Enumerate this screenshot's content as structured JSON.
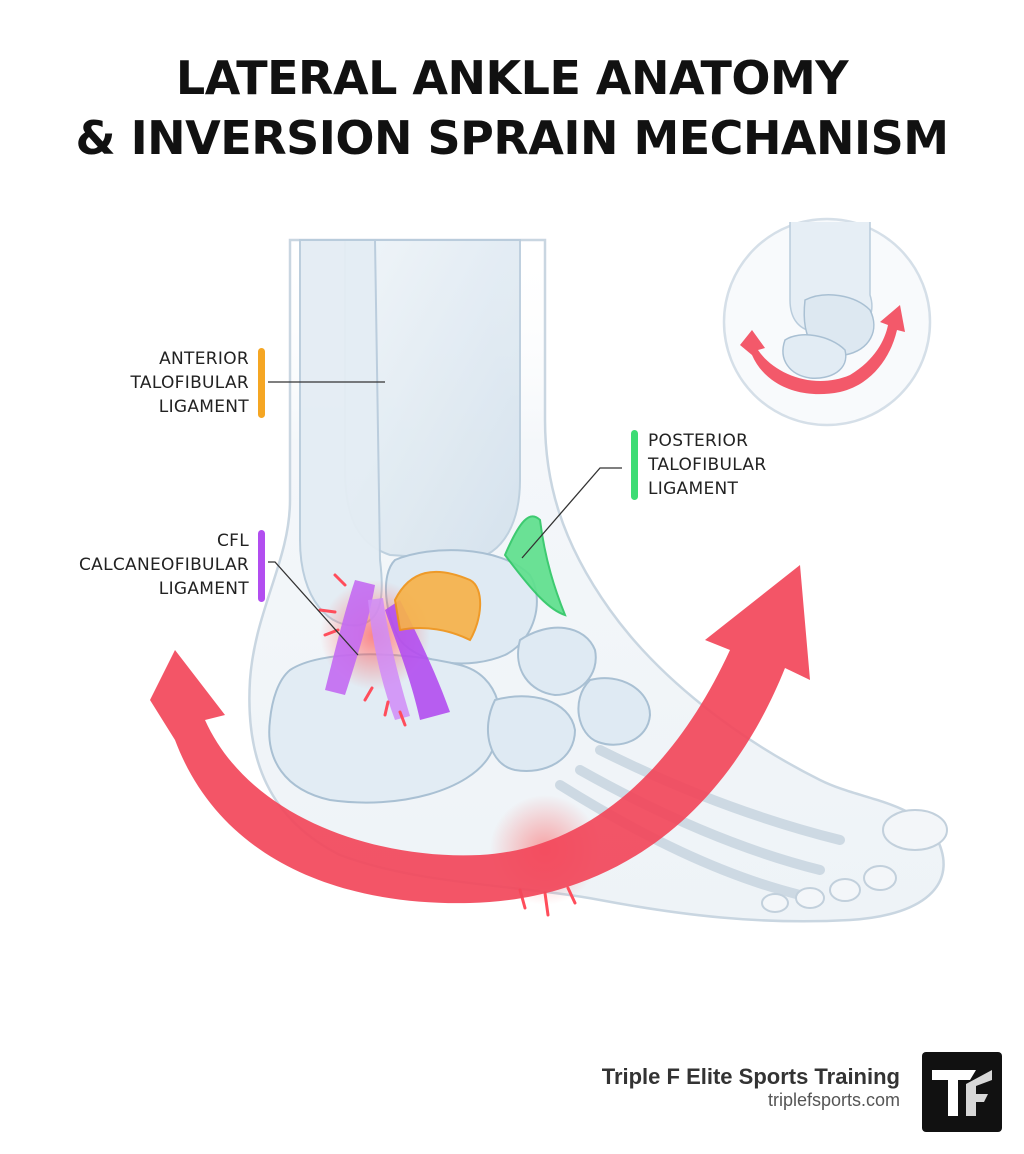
{
  "title": {
    "line1": "LATERAL ANKLE ANATOMY",
    "line2": "& INVERSION SPRAIN MECHANISM"
  },
  "labels": {
    "atfl": {
      "lines": [
        "ANTERIOR",
        "TALOFIBULAR",
        "LIGAMENT"
      ],
      "color": "#f5a623"
    },
    "ptfl": {
      "lines": [
        "POSTERIOR",
        "TALOFIBULAR",
        "LIGAMENT"
      ],
      "color": "#3ddc74"
    },
    "cfl": {
      "lines": [
        "CFL",
        "CALCANEOFIBULAR",
        "LIGAMENT"
      ],
      "color": "#b24ef0"
    }
  },
  "arrow_color": "#f2475a",
  "brand": {
    "name": "Triple F Elite Sports Training",
    "url": "triplefsports.com"
  }
}
